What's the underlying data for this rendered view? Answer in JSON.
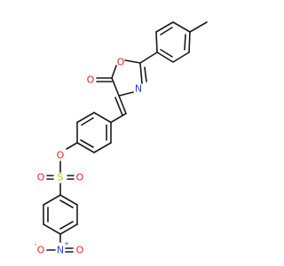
{
  "colors": {
    "carbon_bond": "#1a1a1a",
    "oxygen": "#e8262a",
    "nitrogen": "#2a3fd6",
    "sulfur": "#c9b91a",
    "background": "#ffffff"
  },
  "atoms": {
    "ring_oxygen": "O",
    "carbonyl_oxygen": "O",
    "ring_nitrogen": "N",
    "ester_oxygen": "O",
    "sulfur": "S",
    "sulfonyl_oxygen_left": "O",
    "sulfonyl_oxygen_right": "O",
    "nitro_nitrogen": "N",
    "nitro_oxygen_left": "O",
    "nitro_oxygen_right": "O"
  },
  "charges": {
    "nitro_nitrogen": "+",
    "nitro_oxygen_left": "-"
  }
}
